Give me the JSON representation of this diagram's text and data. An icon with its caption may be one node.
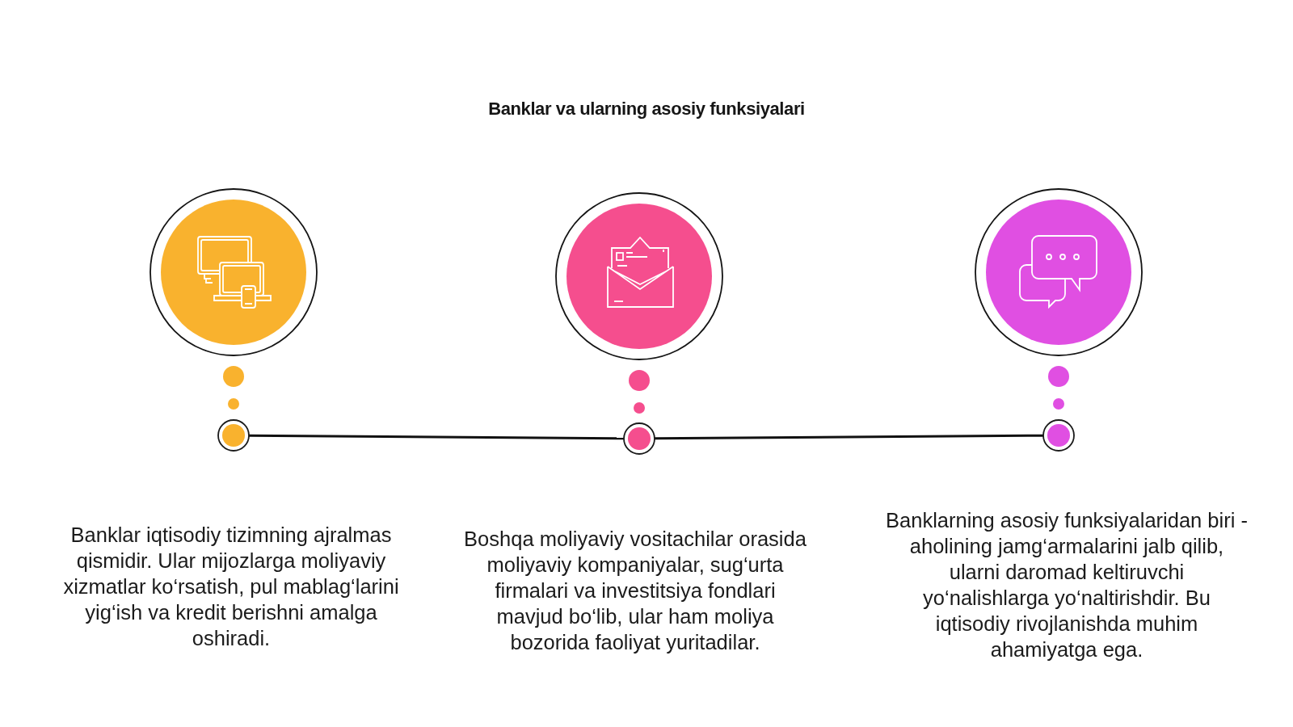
{
  "diagram": {
    "title": "Banklar va ularning asosiy funksiyalari",
    "nodes": [
      {
        "text": [],
        "shape": "circle"
      },
      {
        "text": [],
        "shape": "circle"
      },
      {
        "text": [],
        "shape": "circle"
      }
    ],
    "edges": [
      {
        "from": 0,
        "to": 1,
        "arrow": "none"
      },
      {
        "from": 1,
        "to": 2,
        "arrow": "none"
      }
    ],
    "labels": [
      "Banklar iqtisodiy tizimning ajralmas qismidir. Ular mijozlarga moliyaviy xizmatlar ko‘rsatish, pul mablag‘larini yig‘ish va kredit berishni amalga oshiradi.",
      "Boshqa moliyaviy vositachilar orasida moliyaviy kompaniyalar, sug‘urta firmalari va investitsiya fondlari mavjud bo‘lib, ular ham moliya bozorida faoliyat yuritadilar.",
      "Banklarning asosiy funksiyalaridan biri - aholining jamg‘armalarini jalb qilib, ularni daromad keltiruvchi yo‘nalishlarga yo‘naltirishdir. Bu iqtisodiy rivojlanishda muhim ahamiyatga ega."
    ]
  }
}
